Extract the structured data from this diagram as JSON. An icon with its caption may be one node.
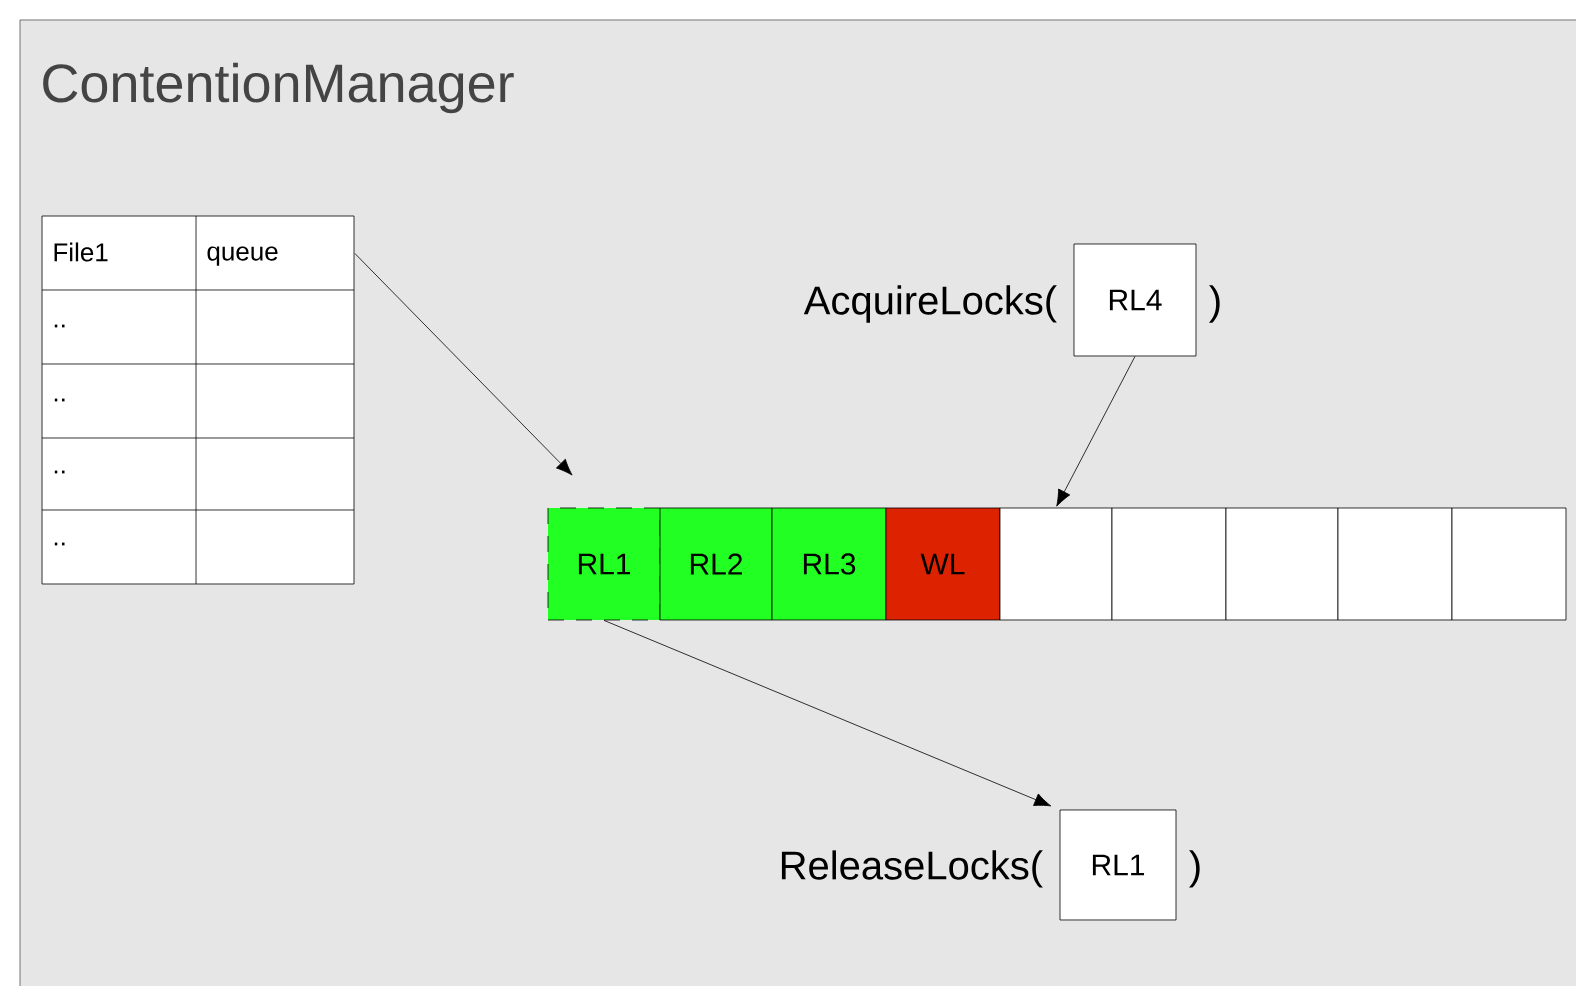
{
  "diagram": {
    "nodes": [
      {
        "text": [
          "ContentionManager"
        ]
      },
      {
        "text": [
          "queue"
        ],
        "in": 0
      },
      {
        "text": [
          "RL4"
        ],
        "beside": [
          "AcquireLocks(",
          ")"
        ],
        "in": 0
      },
      {
        "text": [
          "RL1"
        ],
        "in": 0
      },
      {
        "text": [
          "RL2"
        ],
        "in": 0
      },
      {
        "text": [
          "RL3"
        ],
        "in": 0
      },
      {
        "text": [
          "WL"
        ],
        "in": 0
      },
      {
        "text": [],
        "shape": "box",
        "in": 0
      },
      {
        "text": [],
        "shape": "box",
        "in": 0
      },
      {
        "text": [],
        "shape": "box",
        "in": 0
      },
      {
        "text": [],
        "shape": "box",
        "in": 0
      },
      {
        "text": [],
        "shape": "box",
        "in": 0
      },
      {
        "text": [
          "RL1"
        ],
        "beside": [
          "ReleaseLocks(",
          ")"
        ],
        "in": 0
      }
    ],
    "edges": [
      {
        "from": 1,
        "to": 3,
        "arrow": "to"
      },
      {
        "from": 2,
        "to": 7,
        "arrow": "to"
      },
      {
        "from": 3,
        "to": 12,
        "arrow": "to"
      }
    ],
    "labels": [
      "File1",
      "..",
      "..",
      "..",
      ".."
    ]
  }
}
